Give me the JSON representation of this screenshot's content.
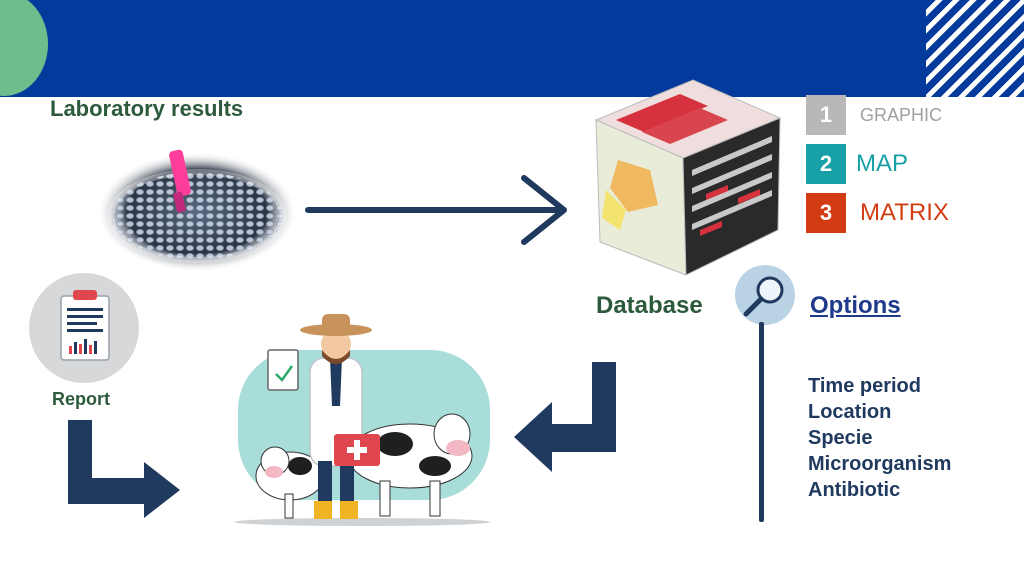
{
  "labels": {
    "laboratory_results": "Laboratory results",
    "database": "Database",
    "options": "Options",
    "report": "Report"
  },
  "output_options": [
    {
      "number": "1",
      "label": "GRAPHIC",
      "color": "#b8b8b8",
      "text_color": "#a0a0a0"
    },
    {
      "number": "2",
      "label": "MAP",
      "color": "#17a1a6",
      "text_color": "#17a1a6"
    },
    {
      "number": "3",
      "label": "MATRIX",
      "color": "#d33c12",
      "text_color": "#d33c12"
    }
  ],
  "filter_options": [
    "Time period",
    "Location",
    "Specie",
    "Microorganism",
    "Antibiotic"
  ],
  "colors": {
    "banner": "#043a9c",
    "heading_green": "#2d5a3d",
    "arrow_navy": "#1f3a5e",
    "options_blue": "#1f3a8a",
    "accent_green": "#6cbe8c"
  }
}
